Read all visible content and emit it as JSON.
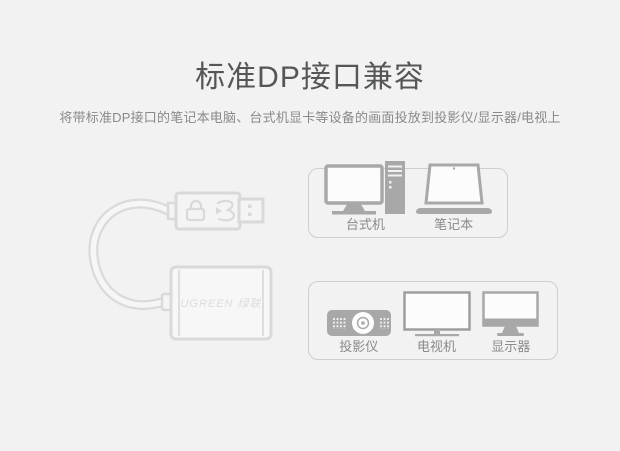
{
  "header": {
    "title": "标准DP接口兼容",
    "subtitle": "将带标准DP接口的笔记本电脑、台式机显卡等设备的画面投放到投影仪/显示器/电视上"
  },
  "product": {
    "type": "dp-adapter-line-art",
    "brand_text": "UGREEN 绿联"
  },
  "source_devices": {
    "items": [
      {
        "label": "台式机",
        "icon": "desktop-icon"
      },
      {
        "label": "笔记本",
        "icon": "laptop-icon"
      }
    ]
  },
  "output_devices": {
    "items": [
      {
        "label": "投影仪",
        "icon": "projector-icon"
      },
      {
        "label": "电视机",
        "icon": "tv-icon"
      },
      {
        "label": "显示器",
        "icon": "monitor-icon"
      }
    ]
  },
  "colors": {
    "background": "#f2f2f2",
    "title": "#555658",
    "muted_text": "#8a8a8a",
    "box_border": "#cfcfcf",
    "icon_gray": "#a8a8a8",
    "line_art": "#d9d9d9"
  }
}
